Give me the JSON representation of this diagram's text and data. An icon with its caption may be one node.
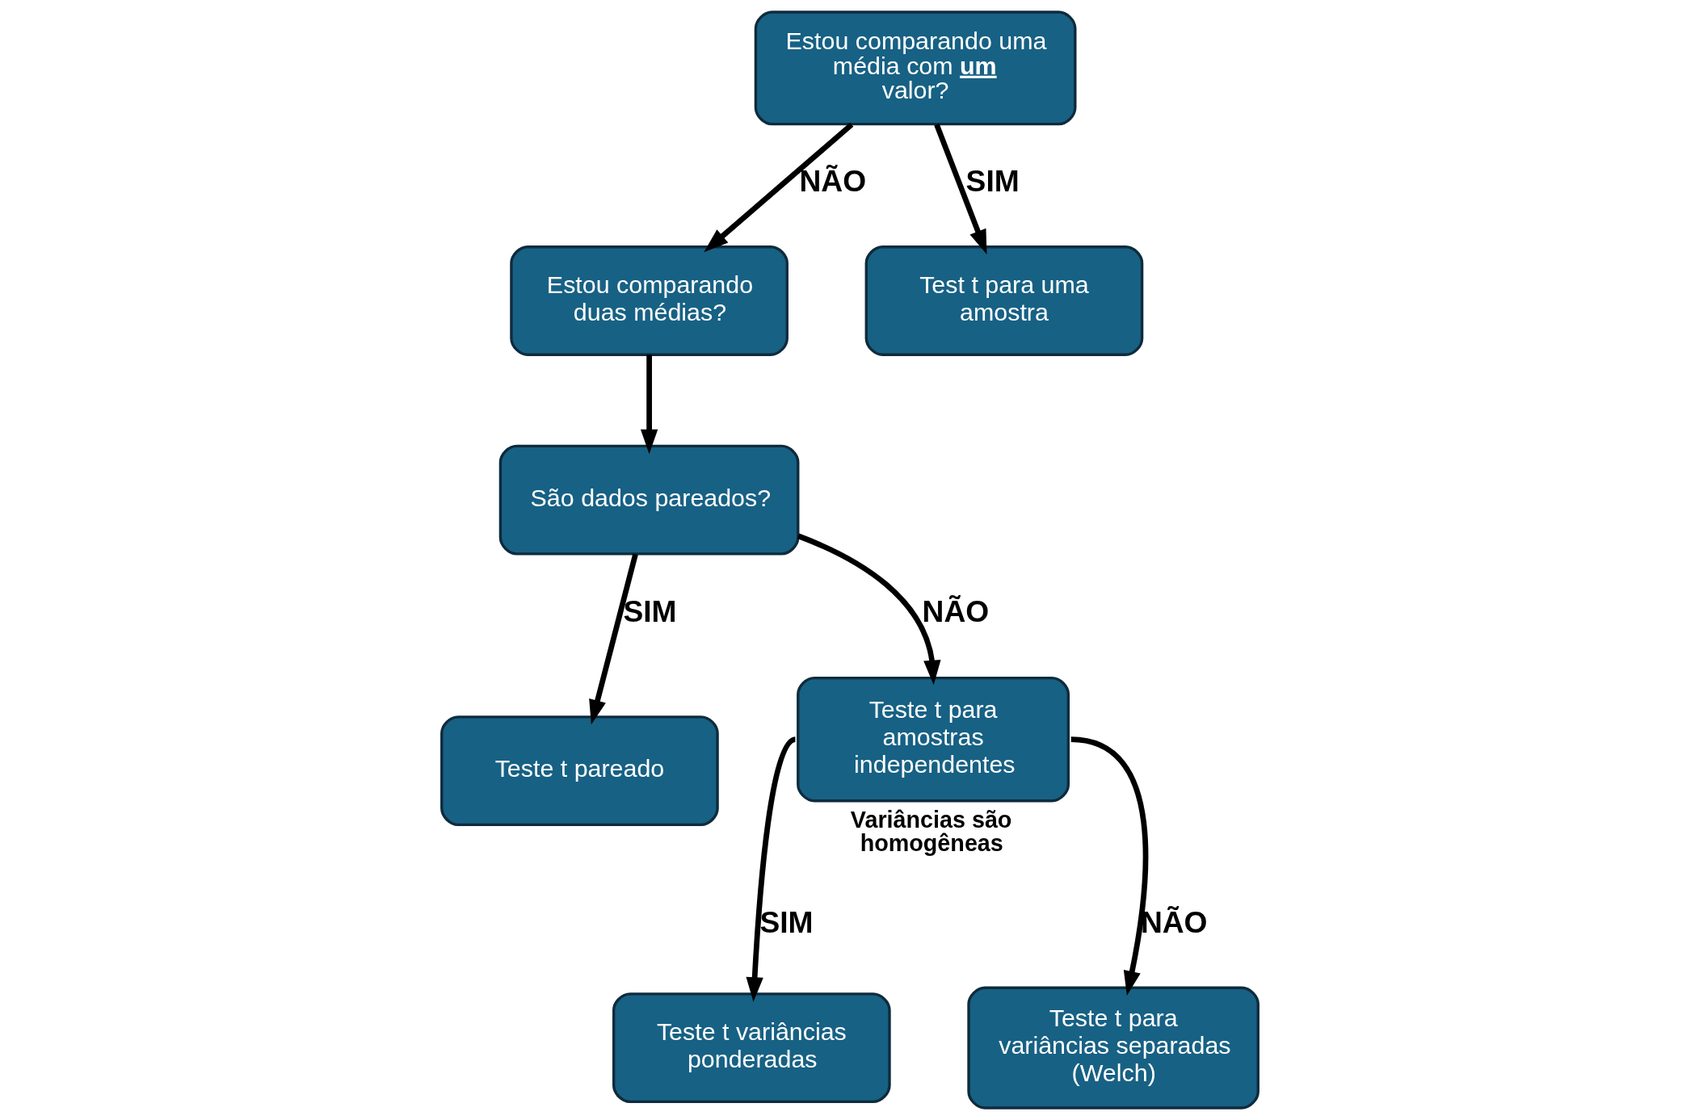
{
  "diagram": {
    "nodes": [
      {
        "text": [
          "Estou comparando uma média com **um** valor?"
        ]
      },
      {
        "text": [
          "Estou comparando duas médias?"
        ]
      },
      {
        "text": [
          "Test t para uma amostra"
        ]
      },
      {
        "text": [
          "São dados pareados?"
        ]
      },
      {
        "text": [
          "Teste t pareado"
        ]
      },
      {
        "text": [
          "Teste t para amostras independentes"
        ],
        "beside": [
          "Variâncias são homogêneas"
        ]
      },
      {
        "text": [
          "Teste t variâncias ponderadas"
        ]
      },
      {
        "text": [
          "Teste t para variâncias separadas (Welch)"
        ]
      }
    ],
    "edges": [
      {
        "from": 0,
        "to": 1,
        "arrow": "to",
        "label": "NÃO"
      },
      {
        "from": 0,
        "to": 2,
        "arrow": "to",
        "label": "SIM"
      },
      {
        "from": 1,
        "to": 3,
        "arrow": "to"
      },
      {
        "from": 3,
        "to": 4,
        "arrow": "to",
        "label": "SIM"
      },
      {
        "from": 3,
        "to": 5,
        "arrow": "to",
        "label": "NÃO"
      },
      {
        "from": 5,
        "to": 6,
        "arrow": "to",
        "label": "SIM"
      },
      {
        "from": 5,
        "to": 7,
        "arrow": "to",
        "label": "NÃO"
      }
    ]
  }
}
